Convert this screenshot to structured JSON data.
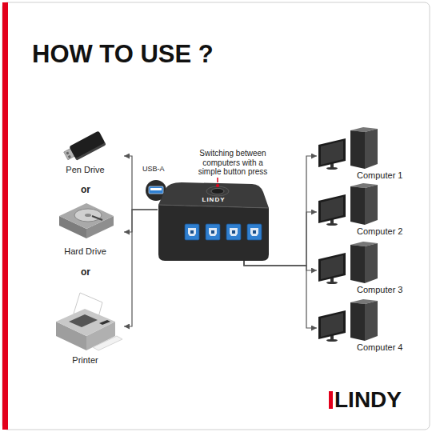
{
  "diagram": {
    "title": "HOW TO USE ?",
    "nodes": [
      {
        "text": [
          "Pen Drive"
        ]
      },
      {
        "text": [
          "Hard Drive"
        ]
      },
      {
        "text": [
          "Printer"
        ]
      },
      {
        "text": [
          "LINDY"
        ]
      },
      {
        "text": [
          "Computer 1"
        ]
      },
      {
        "text": [
          "Computer 2"
        ]
      },
      {
        "text": [
          "Computer 3"
        ]
      },
      {
        "text": [
          "Computer 4"
        ]
      }
    ],
    "edges": [
      {
        "from": 3,
        "to": 0,
        "arrow": "to"
      },
      {
        "from": 3,
        "to": 1,
        "arrow": "to"
      },
      {
        "from": 3,
        "to": 2,
        "arrow": "to"
      },
      {
        "from": 3,
        "to": 4,
        "arrow": "to"
      },
      {
        "from": 3,
        "to": 5,
        "arrow": "to"
      },
      {
        "from": 3,
        "to": 6,
        "arrow": "to"
      },
      {
        "from": 3,
        "to": 7,
        "arrow": "to"
      }
    ],
    "labels": [
      "USB-A",
      "Switching between computers with a simple button press",
      "or",
      "or",
      "LINDY"
    ]
  }
}
